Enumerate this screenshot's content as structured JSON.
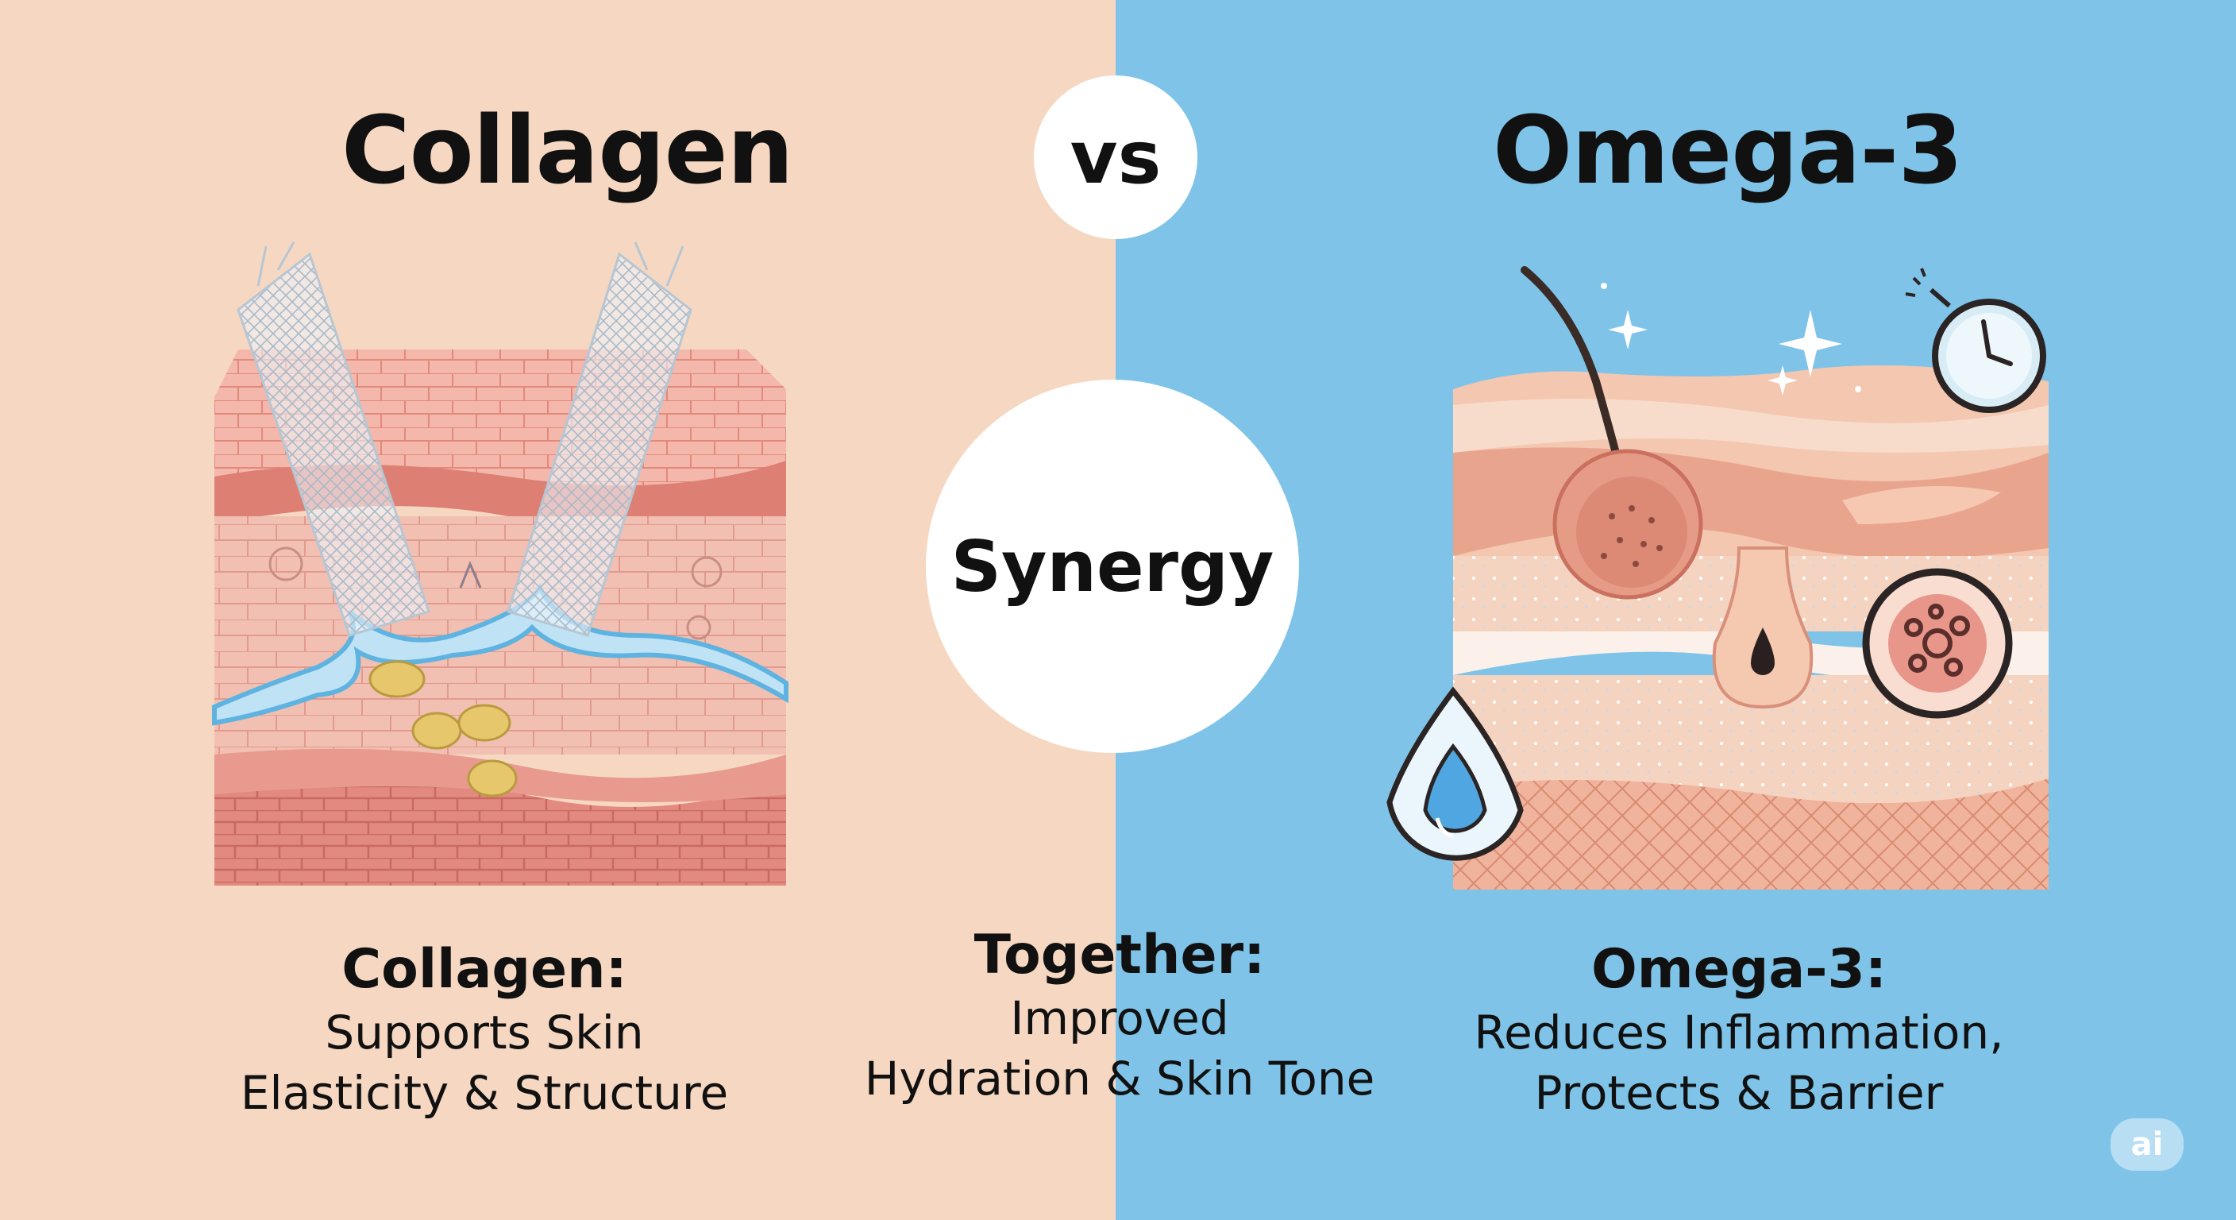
{
  "titles": {
    "left": "Collagen",
    "vs": "vs",
    "right": "Omega-3",
    "center": "Synergy"
  },
  "captions": {
    "left": {
      "heading": "Collagen:",
      "line1": "Supports Skin",
      "line2": "Elasticity & Structure"
    },
    "center": {
      "heading": "Together:",
      "line1": "Improved",
      "line2": "Hydration & Skin Tone"
    },
    "right": {
      "heading": "Omega-3:",
      "line1": "Reduces Inflammation,",
      "line2": "Protects & Barrier"
    }
  },
  "badge": "ai",
  "colors": {
    "left_bg": "#f6d8c2",
    "right_bg": "#7fc4e8",
    "skin_pink": "#eea59a",
    "skin_dark": "#d9766c",
    "water_blue": "#a9d8f0"
  },
  "icons": [
    "collagen-fiber-icon",
    "skin-layers-icon",
    "water-drop-icon",
    "clock-icon",
    "sparkle-icon",
    "hair-follicle-icon",
    "cell-magnifier-icon"
  ]
}
